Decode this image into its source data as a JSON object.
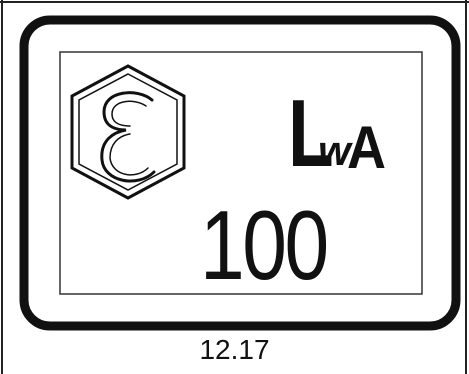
{
  "sign": {
    "symbol_main": "L",
    "symbol_sub_w": "w",
    "symbol_sub_a": "A",
    "sound_power_value": "100",
    "emblem_icon": "epsilon-hexagon-icon"
  },
  "caption": "12.17"
}
